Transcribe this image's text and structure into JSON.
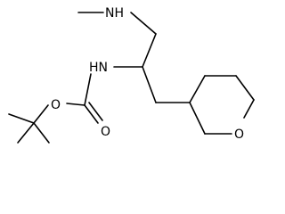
{
  "molecule": {
    "atoms": {
      "n_amine": "NH",
      "n_carbamate": "HN",
      "o_ester": "O",
      "o_carbonyl": "O",
      "o_ring": "O"
    },
    "colors": {
      "bond": "#000000",
      "label": "#000000",
      "background": "#ffffff"
    }
  }
}
